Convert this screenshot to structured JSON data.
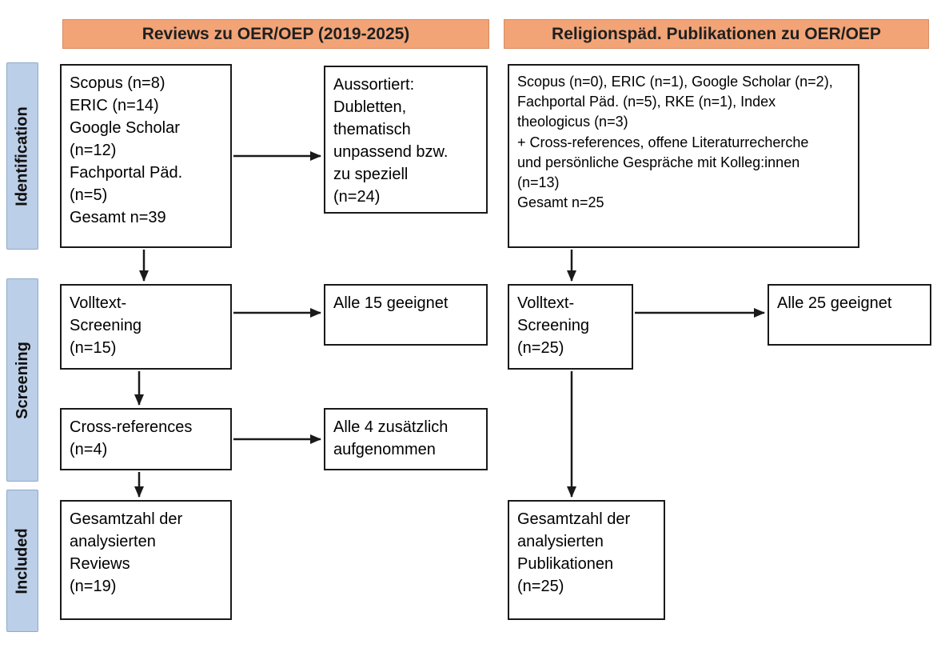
{
  "colors": {
    "header_bg": "#F2A477",
    "header_border": "#D98B5F",
    "stage_bg": "#BCCFE8",
    "stage_border": "#8DA9C9",
    "box_border": "#1a1a1a",
    "arrow": "#1a1a1a"
  },
  "headers": {
    "left": "Reviews zu OER/OEP (2019-2025)",
    "right": "Religionspäd. Publikationen zu OER/OEP"
  },
  "stages": {
    "identification": "Identification",
    "screening": "Screening",
    "included": "Included"
  },
  "left_flow": {
    "sources": "Scopus (n=8)\nERIC (n=14)\nGoogle Scholar\n(n=12)\nFachportal Päd.\n(n=5)\nGesamt n=39",
    "excluded": "Aussortiert:\nDubletten,\nthematisch\nunpassend bzw.\nzu speziell\n(n=24)",
    "screening": "Volltext-\nScreening\n(n=15)",
    "screening_result": "Alle 15 geeignet",
    "cross_references": "Cross-references\n(n=4)",
    "cross_references_result": "Alle 4 zusätzlich\naufgenommen",
    "included": "Gesamtzahl der\nanalysierten\nReviews\n(n=19)"
  },
  "right_flow": {
    "sources": "Scopus (n=0), ERIC (n=1), Google Scholar (n=2),\nFachportal Päd. (n=5), RKE (n=1), Index\ntheologicus (n=3)\n+ Cross-references, offene Literaturrecherche\nund persönliche Gespräche mit Kolleg:innen\n(n=13)\nGesamt n=25",
    "screening": "Volltext-\nScreening\n(n=25)",
    "screening_result": "Alle 25 geeignet",
    "included": "Gesamtzahl der\nanalysierten\nPublikationen\n(n=25)"
  }
}
